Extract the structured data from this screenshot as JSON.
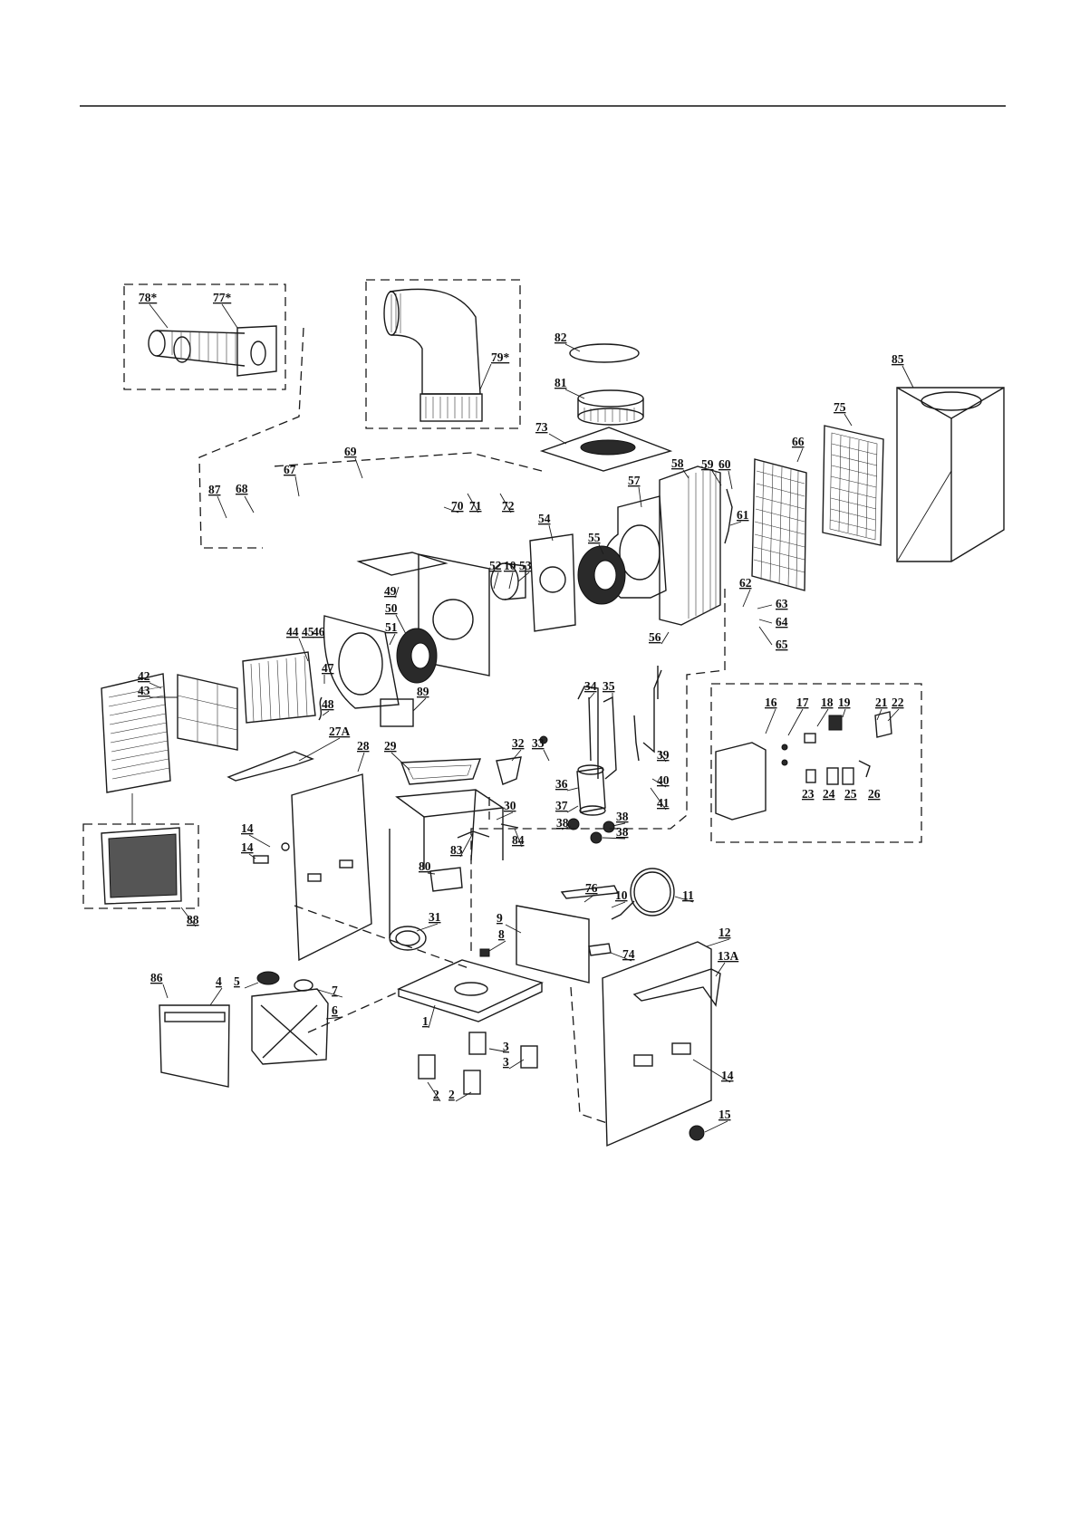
{
  "page": {
    "line_color": "#111111"
  },
  "labels": {
    "l78": "78*",
    "l77": "77*",
    "l79": "79*",
    "l82": "82",
    "l81": "81",
    "l85": "85",
    "l75": "75",
    "l66": "66",
    "l73": "73",
    "l58": "58",
    "l59": "59",
    "l60": "60",
    "l57": "57",
    "l61": "61",
    "l69": "69",
    "l67": "67",
    "l87": "87",
    "l68": "68",
    "l70": "70",
    "l71": "71",
    "l72": "72",
    "l54": "54",
    "l55": "55",
    "l52": "52",
    "l10a": "10",
    "l53": "53",
    "l49": "49",
    "l50": "50",
    "l51": "51",
    "l62": "62",
    "l63": "63",
    "l64": "64",
    "l65": "65",
    "l56": "56",
    "l44": "44",
    "l45": "45",
    "l46": "46",
    "l47": "47",
    "l48": "48",
    "l89": "89",
    "l42": "42",
    "l43": "43",
    "l34": "34",
    "l35": "35",
    "l16": "16",
    "l17": "17",
    "l18": "18",
    "l19": "19",
    "l21": "21",
    "l22": "22",
    "l33": "33",
    "l39": "39",
    "l40": "40",
    "l41": "41",
    "l27A": "27A",
    "l28": "28",
    "l29": "29",
    "l32": "32",
    "l36": "36",
    "l30": "30",
    "l37": "37",
    "l38a": "38",
    "l38b": "38",
    "l38c": "38",
    "l84": "84",
    "l83": "83",
    "l23": "23",
    "l24": "24",
    "l25": "25",
    "l26": "26",
    "l14a": "14",
    "l14b": "14",
    "l80": "80",
    "l88": "88",
    "l76": "76",
    "l10b": "10",
    "l11": "11",
    "l9": "9",
    "l31": "31",
    "l8": "8",
    "l12": "12",
    "l13A": "13A",
    "l74": "74",
    "l86": "86",
    "l5": "5",
    "l4": "4",
    "l7": "7",
    "l6": "6",
    "l1": "1",
    "l3a": "3",
    "l3b": "3",
    "l14c": "14",
    "l2a": "2",
    "l2b": "2",
    "l15": "15"
  }
}
